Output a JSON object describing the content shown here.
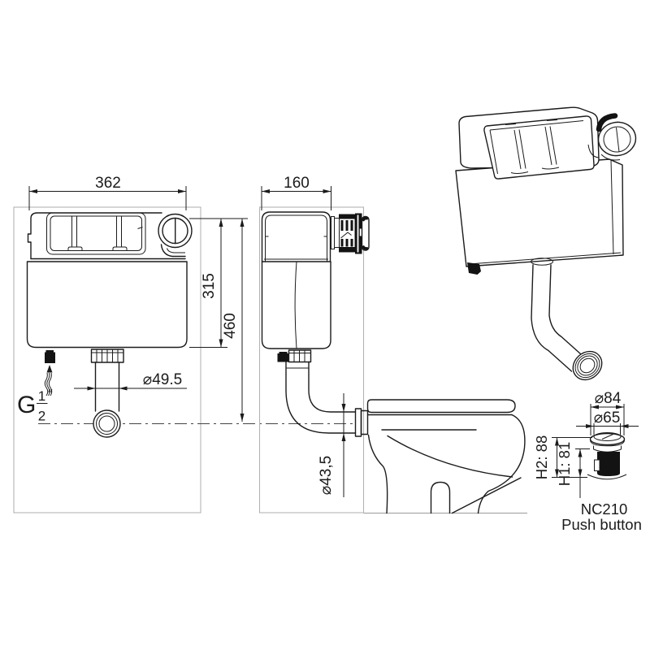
{
  "drawing": {
    "front_view": {
      "width_label": "362",
      "cistern_height_label": "315",
      "total_height_label": "460",
      "flush_pipe_diameter_label": "⌀49.5",
      "inlet_thread_letter": "G",
      "inlet_thread_numerator": "1",
      "inlet_thread_denominator": "2",
      "inlet_thread_unit": "″"
    },
    "side_view": {
      "depth_label": "160",
      "outlet_pipe_diameter_label": "⌀43,5"
    },
    "push_button_detail": {
      "outer_diameter_label": "⌀84",
      "button_diameter_label": "⌀65",
      "height2_label": "H2: 88",
      "height1_label": "H1: 81",
      "model_label": "NC210",
      "type_label": "Push button"
    },
    "colors": {
      "line": "#1b1b1b",
      "wall_line": "#b3b3b3",
      "background": "#ffffff"
    }
  }
}
